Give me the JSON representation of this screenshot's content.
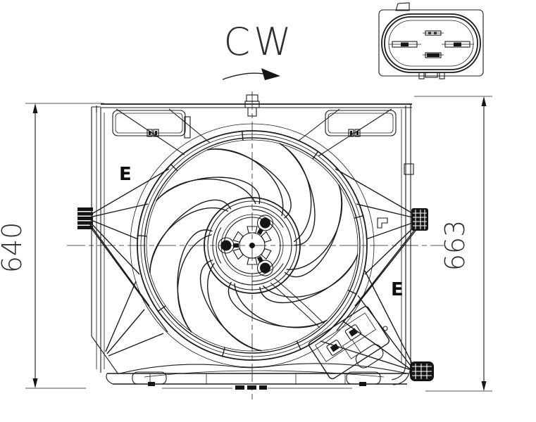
{
  "drawing": {
    "rotation_label": "CW",
    "dimension_left_mm": "640",
    "dimension_right_mm": "663",
    "marking_left": "E",
    "marking_right": "E"
  },
  "icons": {
    "rotation_arrow": "curved-right-arrow",
    "connector_detail": "4-pin-oval-connector",
    "mounts": "rubber-grommet-hatched"
  },
  "colors": {
    "line": "#1c1c1c",
    "dimension_text": "#2f2f2f",
    "background": "#ffffff"
  }
}
